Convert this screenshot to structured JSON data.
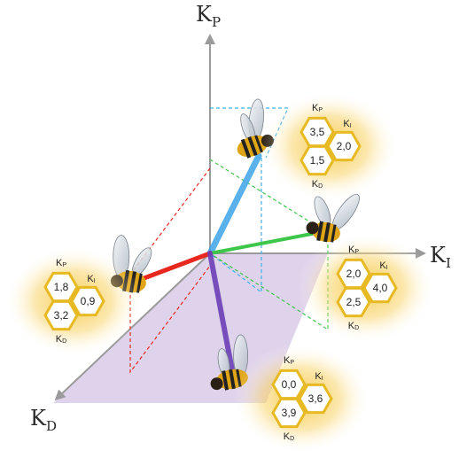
{
  "axes": {
    "kp": {
      "main": "K",
      "sub": "P"
    },
    "ki": {
      "main": "K",
      "sub": "I"
    },
    "kd": {
      "main": "K",
      "sub": "D"
    }
  },
  "parameter_sets": [
    {
      "id": "blue",
      "color": "#3fa4e8",
      "kp": "3,5",
      "ki": "2,0",
      "kd": "1,5"
    },
    {
      "id": "green",
      "color": "#3ec64a",
      "kp": "2,0",
      "ki": "4,0",
      "kd": "2,5"
    },
    {
      "id": "red",
      "color": "#e8281e",
      "kp": "1,8",
      "ki": "0,9",
      "kd": "3,2"
    },
    {
      "id": "purple",
      "color": "#6b3fb5",
      "kp": "0,0",
      "ki": "3,6",
      "kd": "3,9"
    }
  ],
  "hex_labels": {
    "kp": "P",
    "ki": "I",
    "kd": "D",
    "k": "K"
  },
  "colors": {
    "hex_border": "#e7b923",
    "glow": "#f7c948",
    "plane": "#d8c8e8",
    "axis": "#9a9a9a"
  }
}
